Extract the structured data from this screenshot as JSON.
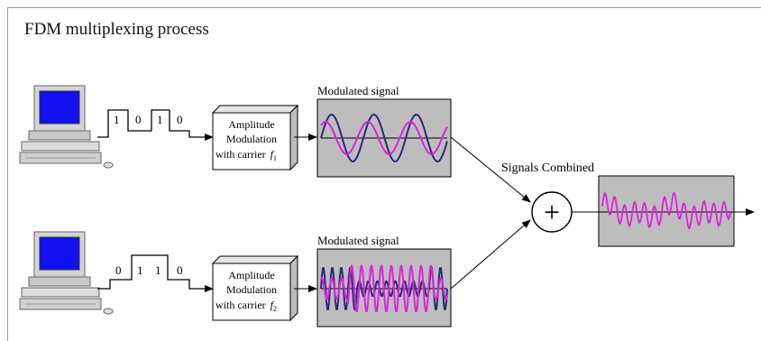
{
  "title": "FDM multiplexing process",
  "channels": [
    {
      "bits": [
        "1",
        "0",
        "1",
        "0"
      ],
      "box_lines": [
        "Amplitude",
        "Modulation",
        "with carrier"
      ],
      "carrier": "f",
      "carrier_sub": "1",
      "signal_label": "Modulated signal"
    },
    {
      "bits": [
        "0",
        "1",
        "1",
        "0"
      ],
      "box_lines": [
        "Amplitude",
        "Modulation",
        "with carrier"
      ],
      "carrier": "f",
      "carrier_sub": "2",
      "signal_label": "Modulated signal"
    }
  ],
  "combined_label": "Signals Combined",
  "plus_symbol": "+",
  "colors": {
    "signal_magenta": "#e020e0",
    "signal_navy": "#2a2a7a",
    "panel_gray": "#bdbdbd",
    "screen_blue": "#1010f0"
  }
}
